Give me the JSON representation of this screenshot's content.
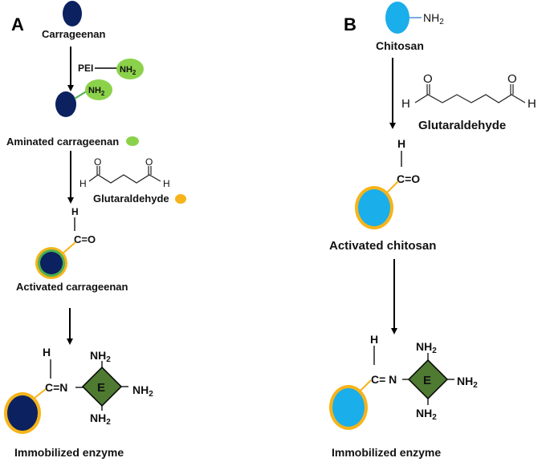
{
  "panel_a": {
    "letter": "A",
    "carrageenan": "Carrageenan",
    "pei": "PEI",
    "nh2": "NH",
    "sub2": "2",
    "aminated": "Aminated carrageenan",
    "glutaraldehyde": "Glutaraldehyde",
    "h": "H",
    "ceo": "C=O",
    "activated": "Activated carrageenan",
    "c_eq_n": "C=N",
    "enzyme": "E",
    "immobilized": "Immobilized enzyme"
  },
  "panel_b": {
    "letter": "B",
    "chitosan": "Chitosan",
    "nh2": "NH",
    "sub2": "2",
    "glutaraldehyde": "Glutaraldehyde",
    "h": "H",
    "ceo": "C=O",
    "o": "O",
    "activated": "Activated chitosan",
    "c_eq_n": "C= N",
    "enzyme": "E",
    "immobilized": "Immobilized enzyme"
  },
  "colors": {
    "carrageenan": "#0b2160",
    "amine": "#8bd24a",
    "glutaraldehyde": "#f6b41a",
    "chitosan": "#1aaeea",
    "enzyme": "#4e7a32",
    "arrow": "#000000"
  }
}
